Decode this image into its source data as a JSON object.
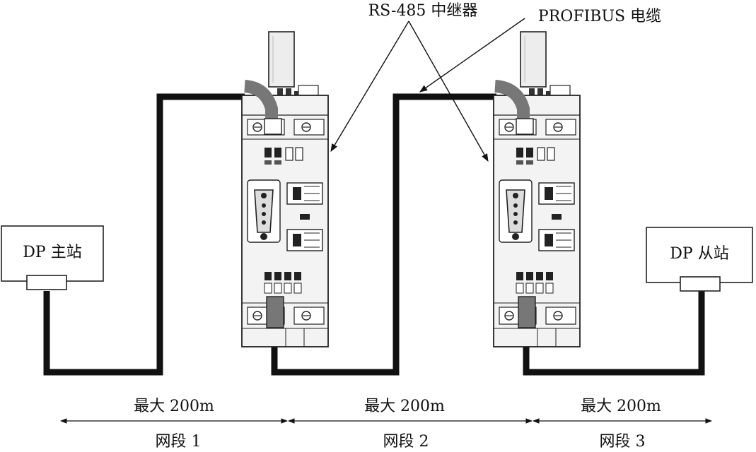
{
  "labels": {
    "repeater": "RS-485 中继器",
    "cable": "PROFIBUS 电缆",
    "master": "DP 主站",
    "slave": "DP 从站"
  },
  "segments": [
    {
      "length": "最大 200m",
      "name": "网段 1"
    },
    {
      "length": "最大 200m",
      "name": "网段 2"
    },
    {
      "length": "最大 200m",
      "name": "网段 3"
    }
  ],
  "colors": {
    "cable": "#111111",
    "plug": "#7a7a7a",
    "housing": "#f2f2f2",
    "outline": "#222222"
  }
}
